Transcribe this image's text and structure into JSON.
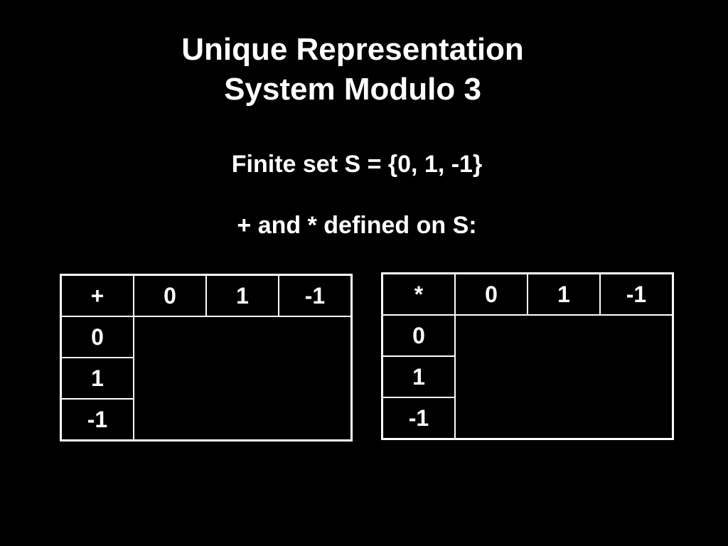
{
  "title": {
    "line1": "Unique Representation",
    "line2": "System Modulo 3"
  },
  "set_line": "Finite set S = {0, 1, -1}",
  "ops_line": "+ and * defined on S:",
  "tables": [
    {
      "operator": "+",
      "columns": [
        "0",
        "1",
        "-1"
      ],
      "rows": [
        "0",
        "1",
        "-1"
      ]
    },
    {
      "operator": "*",
      "columns": [
        "0",
        "1",
        "-1"
      ],
      "rows": [
        "0",
        "1",
        "-1"
      ]
    }
  ]
}
